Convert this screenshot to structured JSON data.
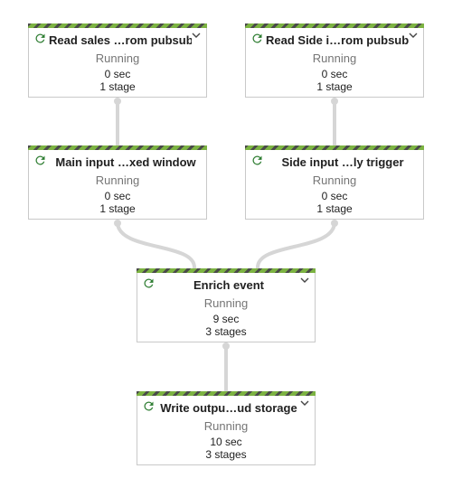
{
  "colors": {
    "running_green": "#7cb342",
    "stripe_dark": "#4a4a4a",
    "edge": "#d6d6d6",
    "border": "#c9c9c9",
    "status_text": "#757575"
  },
  "icons": {
    "status": "refresh-icon",
    "expand": "chevron-down-icon"
  },
  "nodes": [
    {
      "title": "Read sales …rom pubsub",
      "status": "Running",
      "time": "0 sec",
      "stages": "1 stage"
    },
    {
      "title": "Read Side i…rom pubsub",
      "status": "Running",
      "time": "0 sec",
      "stages": "1 stage"
    },
    {
      "title": "Main input …xed window",
      "status": "Running",
      "time": "0 sec",
      "stages": "1 stage"
    },
    {
      "title": "Side input …ly trigger",
      "status": "Running",
      "time": "0 sec",
      "stages": "1 stage"
    },
    {
      "title": "Enrich event",
      "status": "Running",
      "time": "9 sec",
      "stages": "3 stages"
    },
    {
      "title": "Write outpu…ud storage",
      "status": "Running",
      "time": "10 sec",
      "stages": "3 stages"
    }
  ]
}
